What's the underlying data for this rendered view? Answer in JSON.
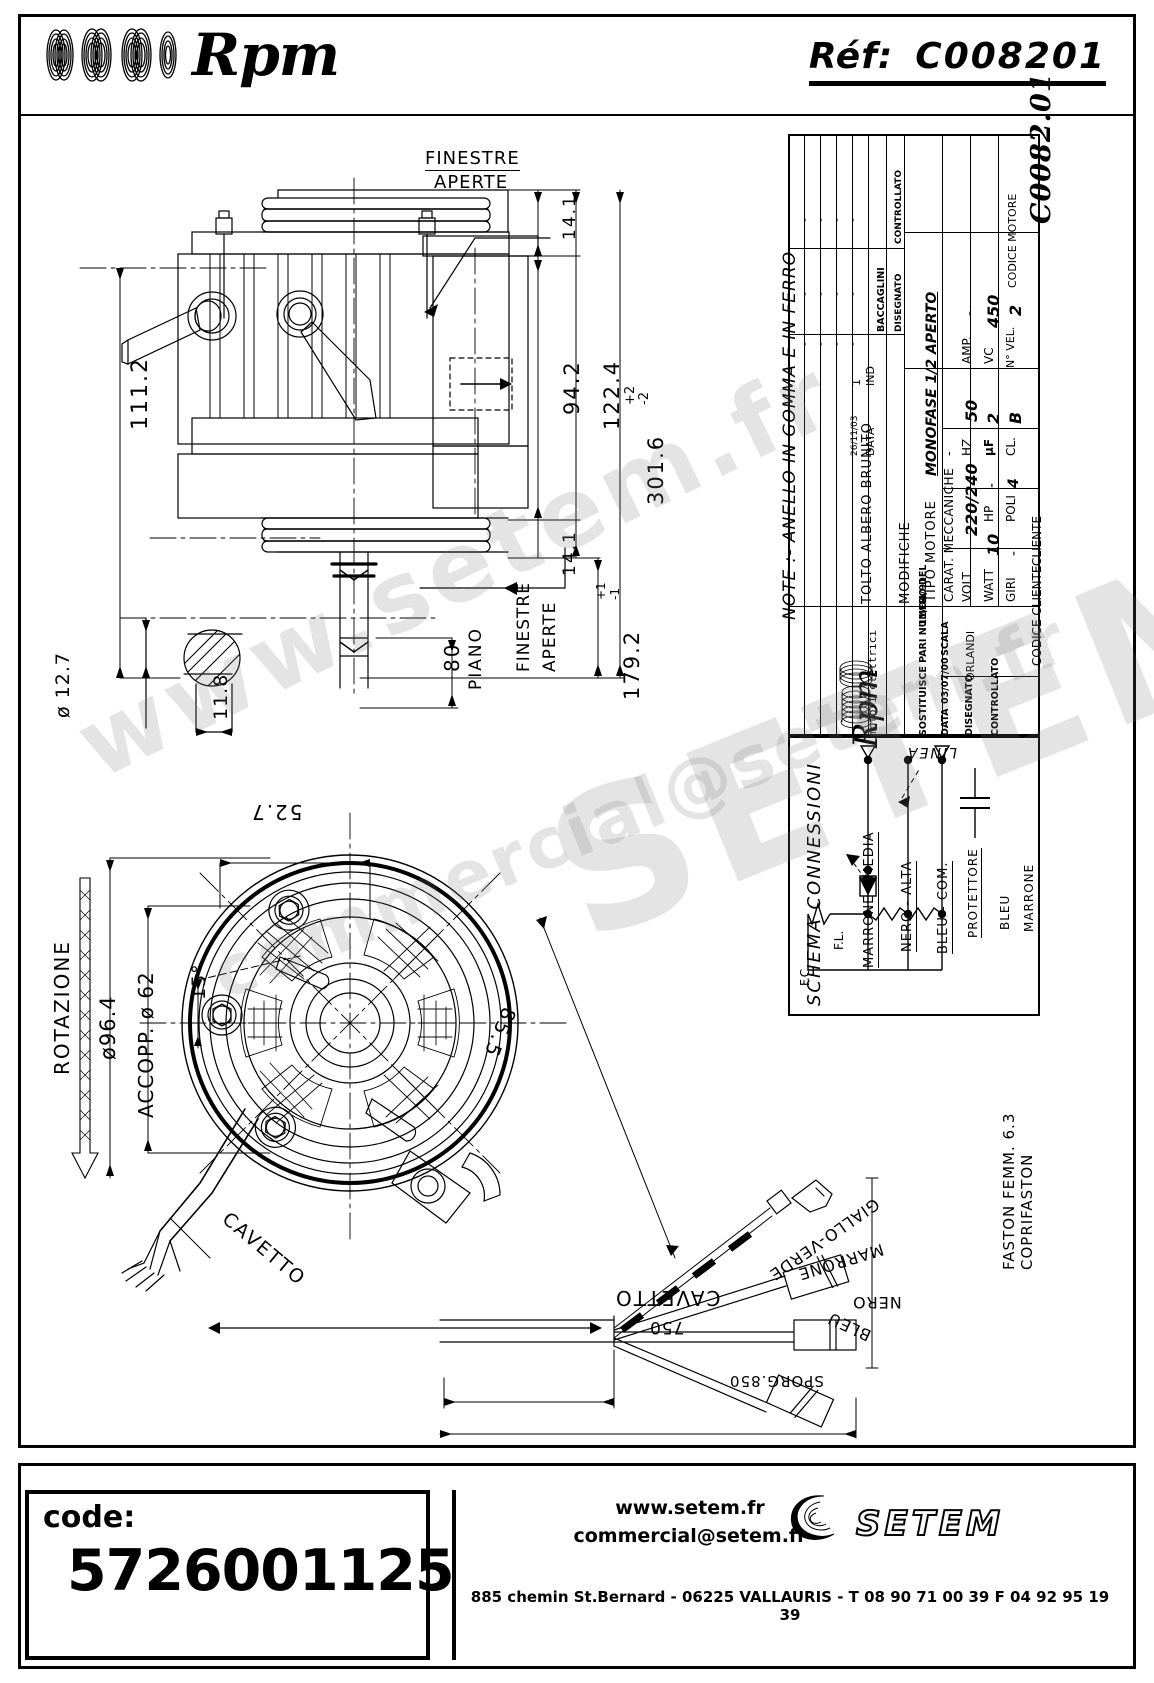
{
  "header": {
    "brand": "Rpm",
    "ref_label": "Réf:",
    "ref_value": "C008201"
  },
  "footer": {
    "code_label": "code:",
    "code_value": "5726001125",
    "website": "www.setem.fr",
    "email": "commercial@setem.fr",
    "address": "885 chemin St.Bernard  -  06225 VALLAURIS  -  T 08 90 71 00 39   F 04 92 95 19 39",
    "logo_text": "SETEM"
  },
  "title_block": {
    "drawing_code": "C0082.01",
    "note": "NOTE :-  ANELLO IN GOMMA E IN FERRO",
    "modifiche_header": "MODIFICHE",
    "col_disegnato": "DISEGNATO",
    "col_controllato": "CONTROLLATO",
    "disegnato_by": "BACCAGLINI",
    "rev_rows": [
      {
        "ind": "1",
        "data": "26/11/03",
        "descr": "TOLTO ALBERO BRUNITO",
        "dis": "-",
        "ctrl": "-"
      }
    ],
    "ind_label": "IND",
    "data_label": "DATA",
    "tipo_motore_label": "TIPO MOTORE",
    "tipo_motore_value": "MONOFASE 1/2  APERTO",
    "carat_label": "CARAT. MECCANICHE",
    "carat_value": "-",
    "electrical": [
      {
        "k1": "VOLT",
        "v1": "220/240",
        "k2": "HZ",
        "v2": "50",
        "k3": "AMP.",
        "v3": "-"
      },
      {
        "k1": "WATT",
        "v1": "10",
        "k2": "µF",
        "v2": "2",
        "k3": "VC",
        "v3": "450"
      },
      {
        "k1": "GIRI",
        "v1": "-",
        "k2": "CL.",
        "v2": "B",
        "k3": "N° VEL.",
        "v3": "2"
      }
    ],
    "poli_label": "POLI",
    "poli_value": "4",
    "hp_label": "HP",
    "hp_value": "-",
    "cliente_label": "CLIENTE",
    "cliente_value": "",
    "codice_cliente_label": "CODICE CLIENTE",
    "codice_motore_label": "CODICE MOTORE",
    "sostituisce_label": "SOSTITUISCE PARI NUMERO DEL",
    "sostituisce_value": "11/04/91",
    "data_label2": "DATA",
    "data_value": "03/07/00",
    "scala_label": "SCALA",
    "scala_value": "",
    "disegnato_label": "DISEGNATO",
    "disegnato_value": "ORLANDI",
    "controllato_label": "CONTROLLATO",
    "controllato_value": "",
    "logo_brand": "Rpm",
    "logo_sub": "motori elettrici"
  },
  "schema": {
    "title": "SCHEMA CONNESSIONI",
    "linea": "LINEA",
    "wires": [
      {
        "label": "MARRONE - MEDIA"
      },
      {
        "label": "NERO - ALTA"
      },
      {
        "label": "BLEU - COM."
      }
    ],
    "protettore": "PROTETTORE",
    "bleu": "BLEU",
    "marrone": "MARRONE",
    "fl": "F.L.",
    "fc": "F.C."
  },
  "views": {
    "front": {
      "callout_1": "FINESTRE",
      "callout_2": "APERTE",
      "dims": [
        {
          "name": "height-overall",
          "value": "111.2"
        },
        {
          "name": "top-flange",
          "value": "14.1"
        },
        {
          "name": "bottom-flange",
          "value": "14.1"
        },
        {
          "name": "body-height",
          "value": "94.2"
        },
        {
          "name": "mid-height",
          "value": "122.4"
        },
        {
          "name": "total-length",
          "value": "301.6"
        },
        {
          "name": "total-tol-plus",
          "value": "+2"
        },
        {
          "name": "total-tol-minus",
          "value": "-2"
        },
        {
          "name": "shaft-length",
          "value": "179.2"
        },
        {
          "name": "shaft-tol-plus",
          "value": "+1"
        },
        {
          "name": "shaft-tol-minus",
          "value": "-1"
        },
        {
          "name": "piano-dim",
          "value": "80"
        },
        {
          "name": "piano-label",
          "value": "PIANO"
        },
        {
          "name": "shaft-dia",
          "value": "ø 12.7"
        },
        {
          "name": "flat-dim",
          "value": "11.8"
        }
      ]
    },
    "bottom": {
      "rotazione": "ROTAZIONE",
      "dims": [
        {
          "name": "outer-dia",
          "value": "ø96.4"
        },
        {
          "name": "accopp",
          "value": "ACCOPP. ø 62"
        },
        {
          "name": "angle",
          "value": "15°"
        },
        {
          "name": "bolt-space",
          "value": "52.7"
        },
        {
          "name": "diag",
          "value": "85.5"
        },
        {
          "name": "cavetto",
          "value": "CAVETTO"
        }
      ]
    },
    "cable": {
      "cavetto": "CAVETTO",
      "len_750": "750",
      "sporg": "SPORG.850",
      "wires": [
        {
          "name": "giallo-verde",
          "label": "GIALLO-VERDE"
        },
        {
          "name": "marrone",
          "label": "MARRONE"
        },
        {
          "name": "nero",
          "label": "NERO"
        },
        {
          "name": "bleu",
          "label": "BLEU"
        }
      ],
      "connector_note_1": "FASTON FEMM. 6.3",
      "connector_note_2": "COPRIFASTON"
    }
  },
  "watermarks": [
    "www.setem.fr",
    "SETEM",
    "commercial@setem.fr"
  ],
  "colors": {
    "line": "#000000",
    "paper": "#ffffff",
    "watermark": "#787878"
  }
}
